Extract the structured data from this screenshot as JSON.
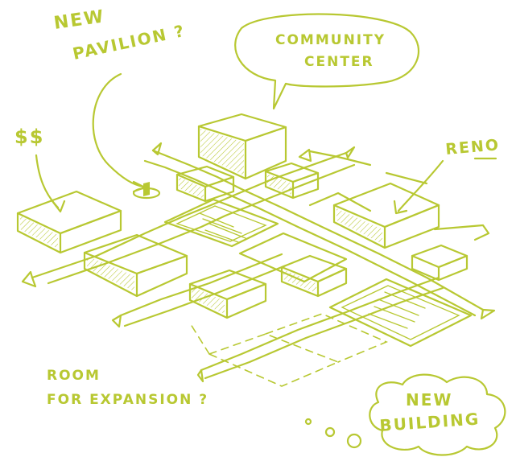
{
  "labels": {
    "new_pavilion_line1": "NEW",
    "new_pavilion_line2": "PAVILION ?",
    "community_line1": "COMMUNITY",
    "community_line2": "CENTER",
    "money": "$$",
    "reno": "RENO",
    "room_line1": "ROOM",
    "room_line2": "FOR EXPANSION ?",
    "new_building_line1": "NEW",
    "new_building_line2": "BUILDING"
  },
  "colors": {
    "ink": "#b8c832",
    "background": "#ffffff"
  }
}
